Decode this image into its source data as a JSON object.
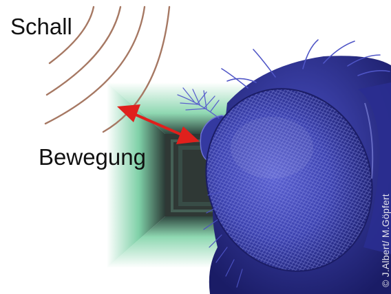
{
  "labels": {
    "sound": "Schall",
    "movement": "Bewegung"
  },
  "credit": "© J.Albert/ M.Göpfert",
  "colors": {
    "sound_waves": "#a67863",
    "movement_arrow": "#e0201c",
    "fly_body": "#3a3fa8",
    "fly_highlight": "#8a90e6",
    "tunnel_green": "#2fae78",
    "tunnel_dark": "#2f3a38"
  },
  "icons": {
    "sound_waves": "sound-waves-icon",
    "movement_arrow": "double-arrow-icon",
    "fly": "fly-head-illustration"
  }
}
